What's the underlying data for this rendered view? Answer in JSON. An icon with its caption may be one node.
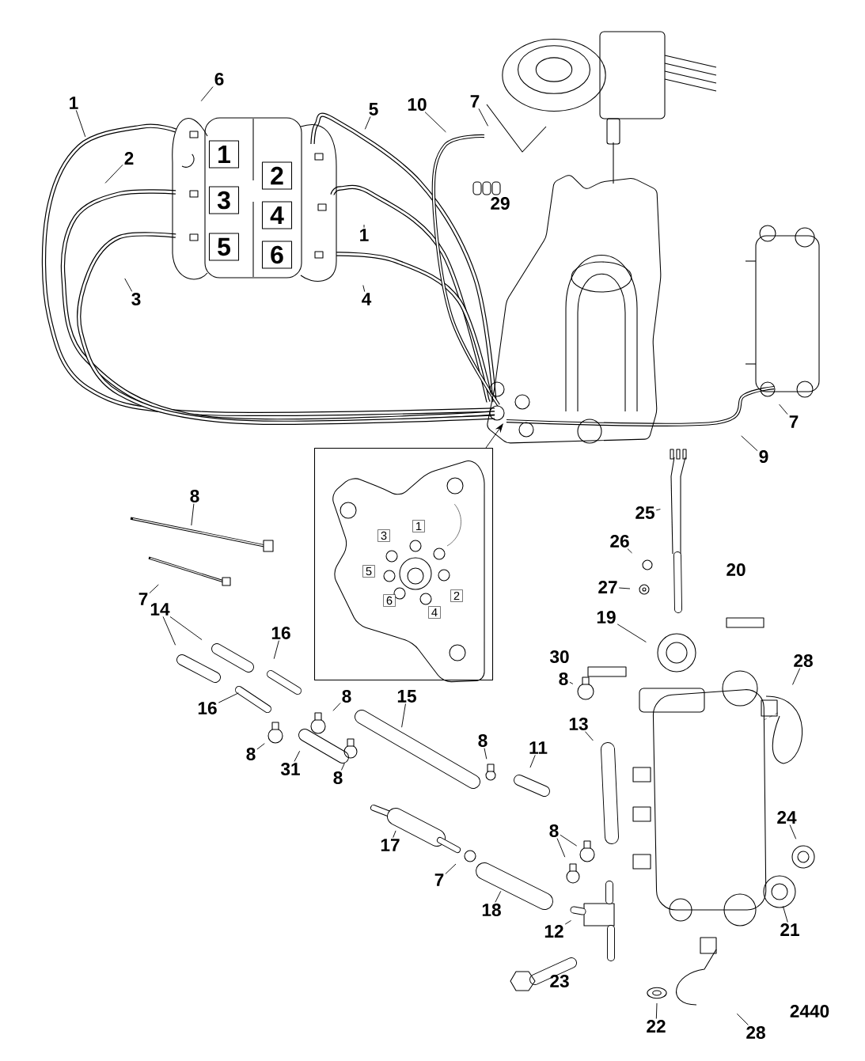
{
  "diagram": {
    "nodes": [
      {
        "text": [
          "6"
        ]
      },
      {
        "text": [
          "1"
        ]
      },
      {
        "text": [
          "5"
        ]
      },
      {
        "text": [
          "10"
        ]
      },
      {
        "text": [
          "7"
        ]
      },
      {
        "text": [],
        "shape": "box"
      },
      {
        "text": [
          "1"
        ],
        "in": 5
      },
      {
        "text": [
          "2"
        ],
        "in": 5
      },
      {
        "text": [
          "3"
        ],
        "in": 5
      },
      {
        "text": [
          "4"
        ],
        "in": 5
      },
      {
        "text": [
          "5"
        ],
        "in": 5
      },
      {
        "text": [
          "6"
        ],
        "in": 5
      },
      {
        "text": [
          "2"
        ]
      },
      {
        "text": [
          "29"
        ]
      },
      {
        "text": [
          "1"
        ]
      },
      {
        "text": [
          "3"
        ]
      },
      {
        "text": [
          "4"
        ]
      },
      {
        "text": [
          "7"
        ]
      },
      {
        "text": [
          "9"
        ]
      },
      {
        "text": [],
        "shape": "box"
      },
      {
        "text": [
          "1"
        ],
        "in": 19
      },
      {
        "text": [
          "3"
        ],
        "in": 19
      },
      {
        "text": [
          "5"
        ],
        "in": 19
      },
      {
        "text": [
          "2"
        ],
        "in": 19
      },
      {
        "text": [
          "6"
        ],
        "in": 19
      },
      {
        "text": [
          "4"
        ],
        "in": 19
      },
      {
        "text": [
          "8"
        ]
      },
      {
        "text": [
          "25"
        ]
      },
      {
        "text": [
          "26"
        ]
      },
      {
        "text": [
          "20"
        ]
      },
      {
        "text": [
          "27"
        ]
      },
      {
        "text": [
          "7"
        ]
      },
      {
        "text": [
          "14"
        ]
      },
      {
        "text": [
          "19"
        ]
      },
      {
        "text": [
          "16"
        ]
      },
      {
        "text": [
          "30"
        ]
      },
      {
        "text": [
          "28"
        ]
      },
      {
        "text": [
          "8"
        ]
      },
      {
        "text": [
          "15"
        ]
      },
      {
        "text": [
          "8"
        ]
      },
      {
        "text": [
          "16"
        ]
      },
      {
        "text": [
          "13"
        ]
      },
      {
        "text": [
          "8"
        ]
      },
      {
        "text": [
          "11"
        ]
      },
      {
        "text": [
          "8"
        ]
      },
      {
        "text": [
          "31"
        ]
      },
      {
        "text": [
          "8"
        ]
      },
      {
        "text": [
          "24"
        ]
      },
      {
        "text": [
          "8"
        ]
      },
      {
        "text": [
          "17"
        ]
      },
      {
        "text": [
          "7"
        ]
      },
      {
        "text": [
          "18"
        ]
      },
      {
        "text": [
          "21"
        ]
      },
      {
        "text": [
          "12"
        ]
      },
      {
        "text": [
          "23"
        ]
      },
      {
        "text": [
          "22"
        ]
      },
      {
        "text": [
          "28"
        ]
      }
    ],
    "edges": [
      {
        "from": 0,
        "to": null,
        "arrow": "none"
      },
      {
        "from": 1,
        "to": null,
        "arrow": "none"
      },
      {
        "from": 2,
        "to": null,
        "arrow": "none"
      },
      {
        "from": 3,
        "to": null,
        "arrow": "none"
      },
      {
        "from": 4,
        "to": null,
        "arrow": "none"
      },
      {
        "from": 12,
        "to": null,
        "arrow": "none"
      },
      {
        "from": 14,
        "to": null,
        "arrow": "none"
      },
      {
        "from": 15,
        "to": null,
        "arrow": "none"
      },
      {
        "from": 16,
        "to": null,
        "arrow": "none"
      },
      {
        "from": 17,
        "to": null,
        "arrow": "none"
      },
      {
        "from": 18,
        "to": null,
        "arrow": "none"
      },
      {
        "from": 26,
        "to": null,
        "arrow": "none"
      },
      {
        "from": 27,
        "to": null,
        "arrow": "none"
      },
      {
        "from": 28,
        "to": null,
        "arrow": "none"
      },
      {
        "from": 30,
        "to": null,
        "arrow": "none"
      },
      {
        "from": 31,
        "to": null,
        "arrow": "none"
      },
      {
        "from": 32,
        "to": null,
        "arrow": "none"
      },
      {
        "from": 32,
        "to": null,
        "arrow": "none"
      },
      {
        "from": 33,
        "to": null,
        "arrow": "none"
      },
      {
        "from": 34,
        "to": null,
        "arrow": "none"
      },
      {
        "from": 36,
        "to": null,
        "arrow": "none"
      },
      {
        "from": 37,
        "to": null,
        "arrow": "none"
      },
      {
        "from": 38,
        "to": null,
        "arrow": "none"
      },
      {
        "from": 39,
        "to": null,
        "arrow": "none"
      },
      {
        "from": 40,
        "to": null,
        "arrow": "none"
      },
      {
        "from": 41,
        "to": null,
        "arrow": "none"
      },
      {
        "from": 42,
        "to": null,
        "arrow": "none"
      },
      {
        "from": 43,
        "to": null,
        "arrow": "none"
      },
      {
        "from": 44,
        "to": null,
        "arrow": "none"
      },
      {
        "from": 45,
        "to": null,
        "arrow": "none"
      },
      {
        "from": 46,
        "to": null,
        "arrow": "none"
      },
      {
        "from": 47,
        "to": null,
        "arrow": "none"
      },
      {
        "from": 48,
        "to": null,
        "arrow": "none"
      },
      {
        "from": 48,
        "to": null,
        "arrow": "none"
      },
      {
        "from": 49,
        "to": null,
        "arrow": "none"
      },
      {
        "from": 50,
        "to": null,
        "arrow": "none"
      },
      {
        "from": 51,
        "to": null,
        "arrow": "none"
      },
      {
        "from": 52,
        "to": null,
        "arrow": "none"
      },
      {
        "from": 53,
        "to": null,
        "arrow": "none"
      },
      {
        "from": 55,
        "to": null,
        "arrow": "none"
      },
      {
        "from": 56,
        "to": null,
        "arrow": "none"
      },
      {
        "from": 19,
        "to": null,
        "arrow": "to"
      }
    ],
    "labels": [
      "2440"
    ]
  }
}
